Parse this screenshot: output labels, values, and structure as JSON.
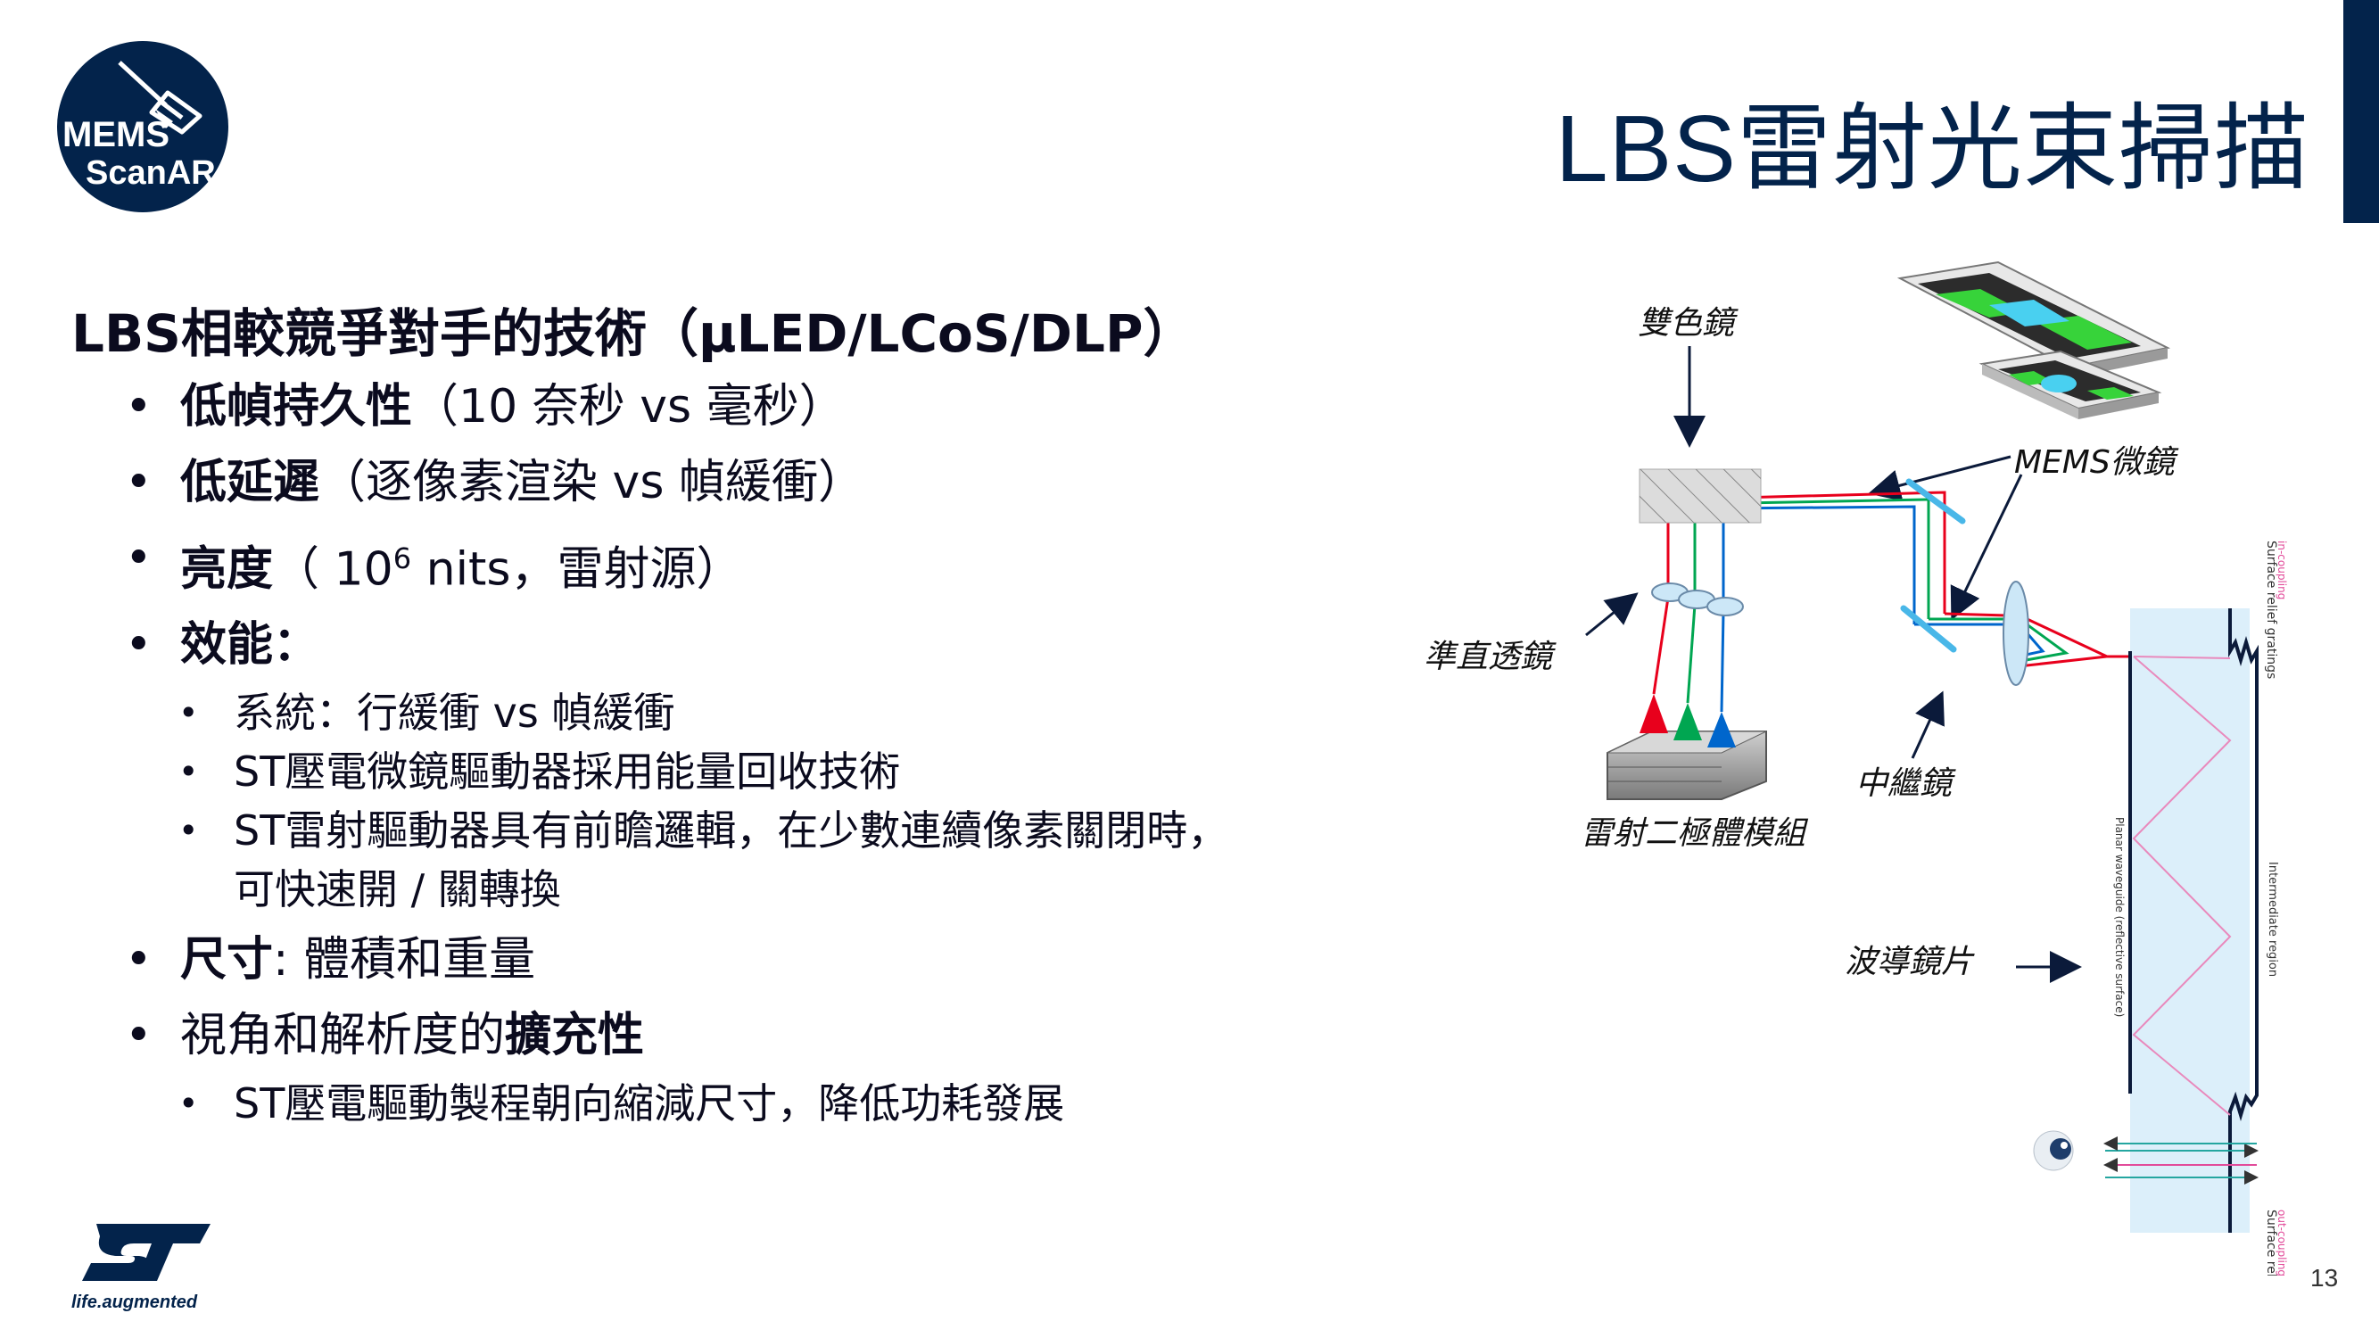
{
  "header": {
    "title": "LBS雷射光束掃描",
    "logo_line1": "MEMS",
    "logo_line2": "ScanAR"
  },
  "content": {
    "heading": "LBS相較競爭對手的技術（μLED/LCoS/DLP）",
    "items": [
      {
        "bold": "低幀持久性",
        "text": "（10 奈秒 vs 毫秒）"
      },
      {
        "bold": "低延遲",
        "text": "（逐像素渲染 vs 幀緩衝）"
      },
      {
        "bold": "亮度",
        "text_before": "（ 10",
        "sup": "6",
        "text_after": " nits，雷射源）"
      },
      {
        "bold": "效能：",
        "sub": [
          "系統：行緩衝 vs 幀緩衝",
          "ST壓電微鏡驅動器採用能量回收技術",
          {
            "line1": "ST雷射驅動器具有前瞻邏輯，在少數連續像素關閉時，",
            "line2": "可快速開 / 關轉換"
          }
        ]
      },
      {
        "bold": "尺寸",
        "text": ": 體積和重量"
      },
      {
        "text_before": "視角和解析度的",
        "bold": "擴充性",
        "sub": [
          "ST壓電驅動製程朝向縮減尺寸，降低功耗發展"
        ]
      }
    ]
  },
  "diagram": {
    "labels": {
      "dichroic": "雙色鏡",
      "mems_mirror": "MEMS微鏡",
      "collimator": "準直透鏡",
      "relay": "中繼鏡",
      "laser_module": "雷射二極體模組",
      "waveguide": "波導鏡片"
    },
    "waveguide_texts": {
      "top_grating": "Surface relief gratings",
      "top_grating_sub": "in-coupling",
      "planar": "Planar waveguide (reflective surface)",
      "intermediate": "Intermediate region",
      "bottom_grating": "Surface relief gratings",
      "bottom_grating_sub": "out-coupling"
    },
    "colors": {
      "red": "#e8001c",
      "green": "#00a651",
      "blue": "#0066cc",
      "wg_fill": "#dceffa"
    }
  },
  "footer": {
    "brand": "life.augmented",
    "page_number": "13"
  }
}
